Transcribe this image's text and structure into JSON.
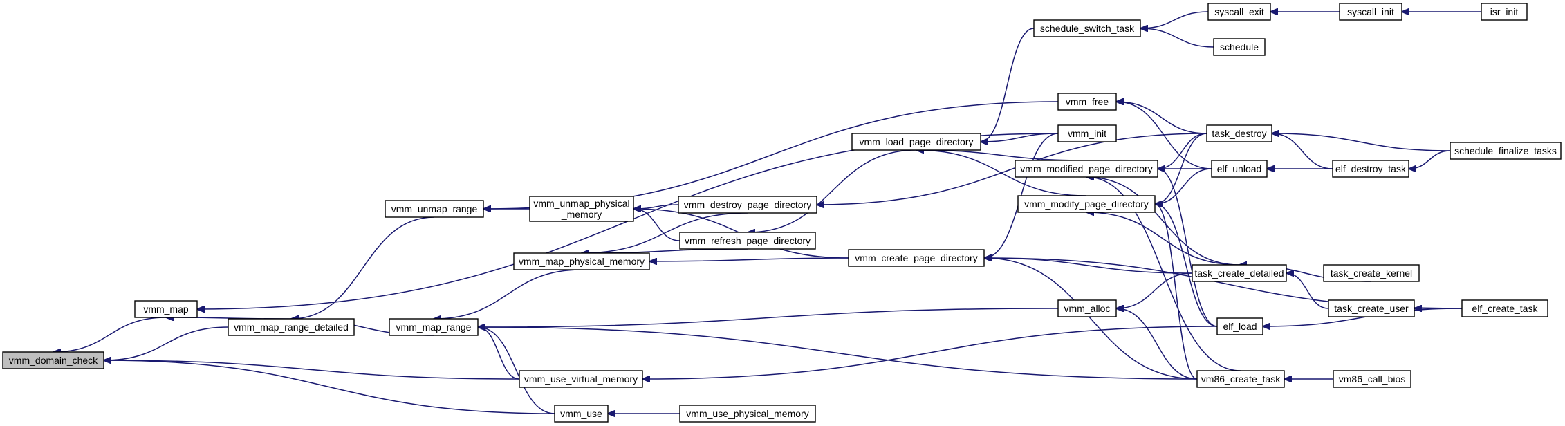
{
  "diagram": {
    "type": "call-graph",
    "root": "vmm_domain_check",
    "nodes": [
      {
        "id": "vmm_domain_check",
        "lines": [
          "vmm_domain_check"
        ],
        "root": true
      },
      {
        "id": "vmm_map",
        "lines": [
          "vmm_map"
        ]
      },
      {
        "id": "vmm_map_range_detailed",
        "lines": [
          "vmm_map_range_detailed"
        ]
      },
      {
        "id": "vmm_unmap_range",
        "lines": [
          "vmm_unmap_range"
        ]
      },
      {
        "id": "vmm_map_range",
        "lines": [
          "vmm_map_range"
        ]
      },
      {
        "id": "vmm_use_virtual_memory",
        "lines": [
          "vmm_use_virtual_memory"
        ]
      },
      {
        "id": "vmm_use",
        "lines": [
          "vmm_use"
        ]
      },
      {
        "id": "vmm_unmap_physical_memory",
        "lines": [
          "vmm_unmap_physical",
          "_memory"
        ]
      },
      {
        "id": "vmm_map_physical_memory",
        "lines": [
          "vmm_map_physical_memory"
        ]
      },
      {
        "id": "vmm_use_physical_memory",
        "lines": [
          "vmm_use_physical_memory"
        ]
      },
      {
        "id": "vmm_destroy_page_directory",
        "lines": [
          "vmm_destroy_page_directory"
        ]
      },
      {
        "id": "vmm_refresh_page_directory",
        "lines": [
          "vmm_refresh_page_directory"
        ]
      },
      {
        "id": "vmm_load_page_directory",
        "lines": [
          "vmm_load_page_directory"
        ]
      },
      {
        "id": "vmm_create_page_directory",
        "lines": [
          "vmm_create_page_directory"
        ]
      },
      {
        "id": "schedule_switch_task",
        "lines": [
          "schedule_switch_task"
        ]
      },
      {
        "id": "vmm_free",
        "lines": [
          "vmm_free"
        ]
      },
      {
        "id": "vmm_init",
        "lines": [
          "vmm_init"
        ]
      },
      {
        "id": "vmm_modified_page_directory",
        "lines": [
          "vmm_modified_page_directory"
        ]
      },
      {
        "id": "vmm_modify_page_directory",
        "lines": [
          "vmm_modify_page_directory"
        ]
      },
      {
        "id": "vmm_alloc",
        "lines": [
          "vmm_alloc"
        ]
      },
      {
        "id": "syscall_exit",
        "lines": [
          "syscall_exit"
        ]
      },
      {
        "id": "schedule",
        "lines": [
          "schedule"
        ]
      },
      {
        "id": "task_destroy",
        "lines": [
          "task_destroy"
        ]
      },
      {
        "id": "elf_unload",
        "lines": [
          "elf_unload"
        ]
      },
      {
        "id": "task_create_detailed",
        "lines": [
          "task_create_detailed"
        ]
      },
      {
        "id": "elf_load",
        "lines": [
          "elf_load"
        ]
      },
      {
        "id": "vm86_create_task",
        "lines": [
          "vm86_create_task"
        ]
      },
      {
        "id": "syscall_init",
        "lines": [
          "syscall_init"
        ]
      },
      {
        "id": "elf_destroy_task",
        "lines": [
          "elf_destroy_task"
        ]
      },
      {
        "id": "task_create_kernel",
        "lines": [
          "task_create_kernel"
        ]
      },
      {
        "id": "task_create_user",
        "lines": [
          "task_create_user"
        ]
      },
      {
        "id": "vm86_call_bios",
        "lines": [
          "vm86_call_bios"
        ]
      },
      {
        "id": "isr_init",
        "lines": [
          "isr_init"
        ]
      },
      {
        "id": "schedule_finalize_tasks",
        "lines": [
          "schedule_finalize_tasks"
        ]
      },
      {
        "id": "elf_create_task",
        "lines": [
          "elf_create_task"
        ]
      }
    ],
    "edges": [
      {
        "from": "vmm_map",
        "to": "vmm_domain_check"
      },
      {
        "from": "vmm_map_range_detailed",
        "to": "vmm_domain_check"
      },
      {
        "from": "vmm_use_virtual_memory",
        "to": "vmm_domain_check"
      },
      {
        "from": "vmm_use",
        "to": "vmm_domain_check"
      },
      {
        "from": "vmm_map_range_detailed",
        "to": "vmm_map"
      },
      {
        "from": "vmm_init",
        "to": "vmm_map"
      },
      {
        "from": "vmm_unmap_range",
        "to": "vmm_map_range_detailed"
      },
      {
        "from": "vmm_map_range",
        "to": "vmm_map_range_detailed"
      },
      {
        "from": "vmm_free",
        "to": "vmm_unmap_range"
      },
      {
        "from": "vmm_unmap_physical_memory",
        "to": "vmm_unmap_range"
      },
      {
        "from": "vmm_map_physical_memory",
        "to": "vmm_map_range"
      },
      {
        "from": "vmm_use_virtual_memory",
        "to": "vmm_map_range"
      },
      {
        "from": "vmm_use",
        "to": "vmm_map_range"
      },
      {
        "from": "vmm_alloc",
        "to": "vmm_map_range"
      },
      {
        "from": "vm86_create_task",
        "to": "vmm_map_range"
      },
      {
        "from": "vmm_destroy_page_directory",
        "to": "vmm_unmap_physical_memory"
      },
      {
        "from": "vmm_refresh_page_directory",
        "to": "vmm_unmap_physical_memory"
      },
      {
        "from": "vmm_create_page_directory",
        "to": "vmm_unmap_physical_memory"
      },
      {
        "from": "vmm_destroy_page_directory",
        "to": "vmm_map_physical_memory"
      },
      {
        "from": "vmm_refresh_page_directory",
        "to": "vmm_map_physical_memory"
      },
      {
        "from": "vmm_create_page_directory",
        "to": "vmm_map_physical_memory"
      },
      {
        "from": "vmm_use_physical_memory",
        "to": "vmm_use"
      },
      {
        "from": "elf_load",
        "to": "vmm_use_virtual_memory"
      },
      {
        "from": "task_destroy",
        "to": "vmm_destroy_page_directory"
      },
      {
        "from": "vmm_load_page_directory",
        "to": "vmm_refresh_page_directory"
      },
      {
        "from": "schedule_switch_task",
        "to": "vmm_load_page_directory"
      },
      {
        "from": "vmm_init",
        "to": "vmm_load_page_directory"
      },
      {
        "from": "vmm_modified_page_directory",
        "to": "vmm_load_page_directory"
      },
      {
        "from": "vmm_modify_page_directory",
        "to": "vmm_load_page_directory"
      },
      {
        "from": "vmm_init",
        "to": "vmm_create_page_directory"
      },
      {
        "from": "task_create_detailed",
        "to": "vmm_create_page_directory"
      },
      {
        "from": "elf_create_task",
        "to": "vmm_create_page_directory"
      },
      {
        "from": "vm86_create_task",
        "to": "vmm_create_page_directory"
      },
      {
        "from": "syscall_exit",
        "to": "schedule_switch_task"
      },
      {
        "from": "schedule",
        "to": "schedule_switch_task"
      },
      {
        "from": "task_destroy",
        "to": "vmm_free"
      },
      {
        "from": "elf_unload",
        "to": "vmm_free"
      },
      {
        "from": "task_destroy",
        "to": "vmm_modified_page_directory"
      },
      {
        "from": "elf_unload",
        "to": "vmm_modified_page_directory"
      },
      {
        "from": "task_create_detailed",
        "to": "vmm_modified_page_directory"
      },
      {
        "from": "elf_load",
        "to": "vmm_modified_page_directory"
      },
      {
        "from": "vm86_create_task",
        "to": "vmm_modified_page_directory"
      },
      {
        "from": "task_destroy",
        "to": "vmm_modify_page_directory"
      },
      {
        "from": "elf_unload",
        "to": "vmm_modify_page_directory"
      },
      {
        "from": "task_create_detailed",
        "to": "vmm_modify_page_directory"
      },
      {
        "from": "elf_load",
        "to": "vmm_modify_page_directory"
      },
      {
        "from": "vm86_create_task",
        "to": "vmm_modify_page_directory"
      },
      {
        "from": "task_create_detailed",
        "to": "vmm_alloc"
      },
      {
        "from": "vm86_create_task",
        "to": "vmm_alloc"
      },
      {
        "from": "syscall_init",
        "to": "syscall_exit"
      },
      {
        "from": "isr_init",
        "to": "syscall_init"
      },
      {
        "from": "schedule_finalize_tasks",
        "to": "task_destroy"
      },
      {
        "from": "elf_destroy_task",
        "to": "task_destroy"
      },
      {
        "from": "elf_destroy_task",
        "to": "elf_unload"
      },
      {
        "from": "schedule_finalize_tasks",
        "to": "elf_destroy_task"
      },
      {
        "from": "task_create_kernel",
        "to": "task_create_detailed"
      },
      {
        "from": "task_create_user",
        "to": "task_create_detailed"
      },
      {
        "from": "elf_create_task",
        "to": "task_create_user"
      },
      {
        "from": "elf_create_task",
        "to": "elf_load"
      },
      {
        "from": "vm86_call_bios",
        "to": "vm86_create_task"
      }
    ]
  }
}
